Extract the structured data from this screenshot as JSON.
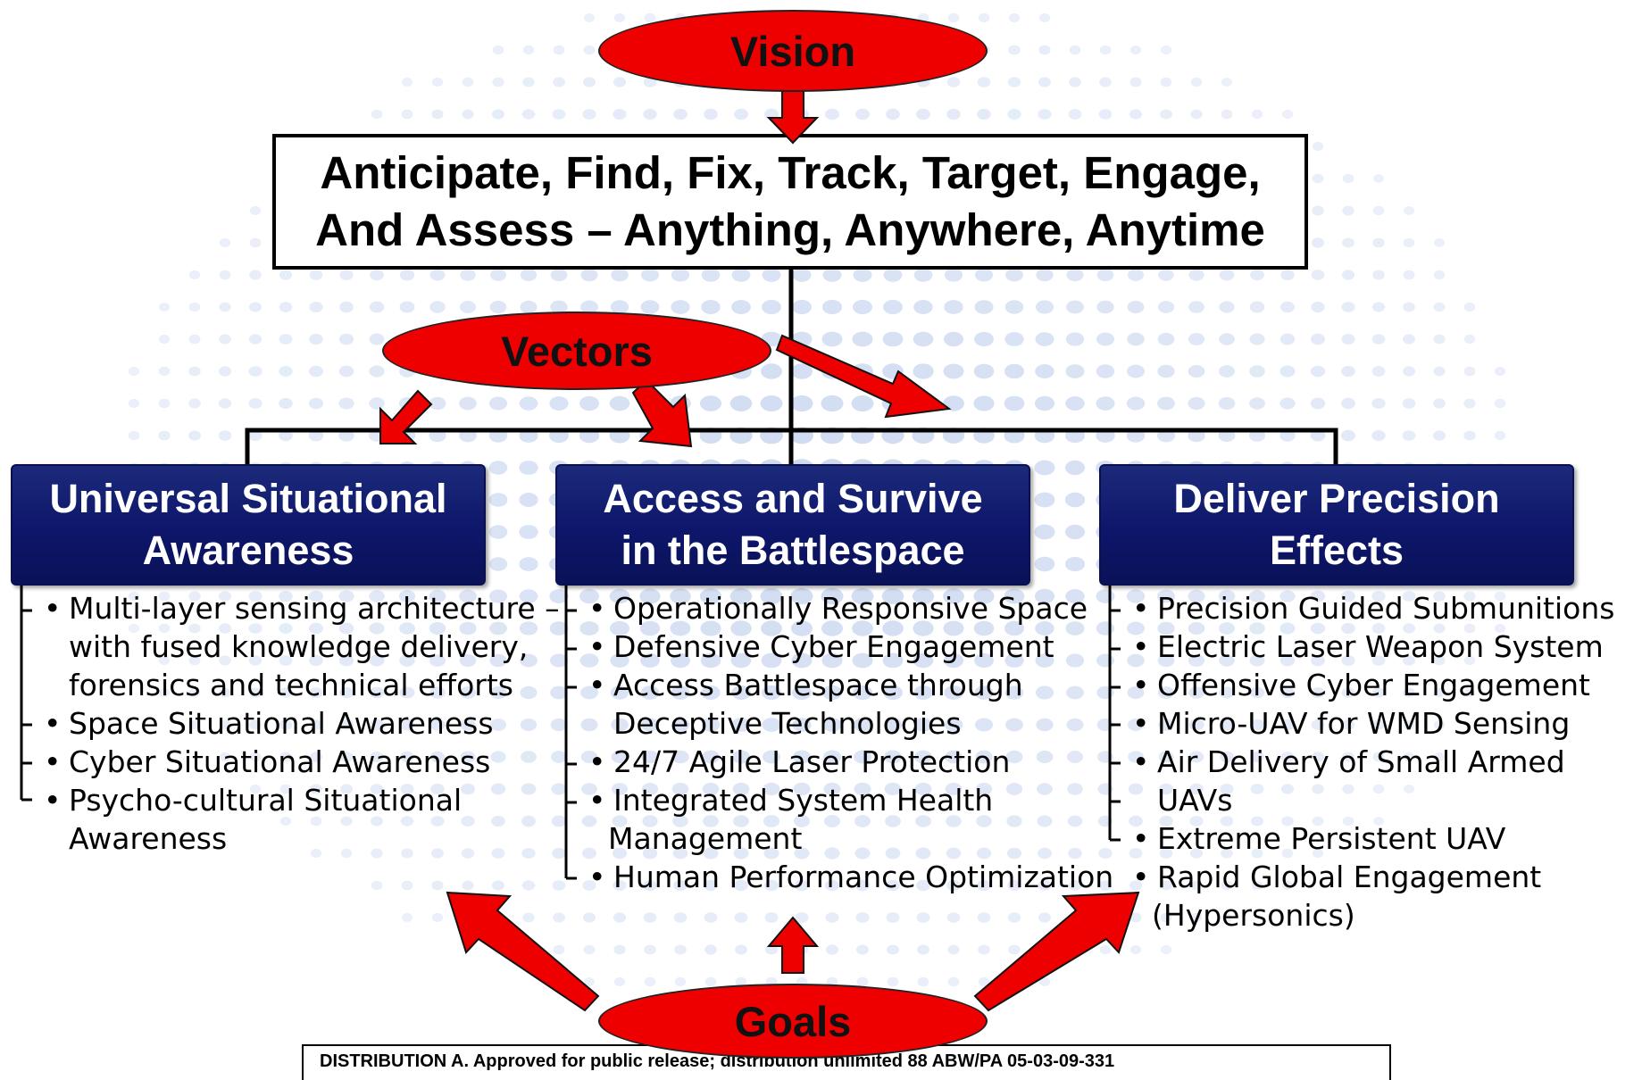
{
  "labels": {
    "vision": "Vision",
    "vectors": "Vectors",
    "goals": "Goals"
  },
  "vision_statement": {
    "line1": "Anticipate, Find, Fix, Track, Target, Engage,",
    "line2": "And Assess – Anything, Anywhere, Anytime"
  },
  "vectors": [
    {
      "title_line1": "Universal Situational",
      "title_line2": "Awareness",
      "items": [
        [
          "Multi-layer sensing architecture –",
          "with fused knowledge delivery,",
          "forensics and technical efforts"
        ],
        [
          "Space Situational Awareness"
        ],
        [
          "Cyber Situational Awareness"
        ],
        [
          "Psycho-cultural Situational",
          "Awareness"
        ]
      ]
    },
    {
      "title_line1": "Access and Survive",
      "title_line2": "in the Battlespace",
      "items": [
        [
          "Operationally Responsive Space"
        ],
        [
          "Defensive Cyber Engagement"
        ],
        [
          "Access Battlespace through",
          "Deceptive Technologies"
        ],
        [
          "24/7 Agile Laser Protection"
        ],
        [
          "Integrated System Health",
          "Management"
        ],
        [
          "Human Performance Optimization"
        ]
      ]
    },
    {
      "title_line1": "Deliver Precision",
      "title_line2": "Effects",
      "items": [
        [
          "Precision Guided Submunitions"
        ],
        [
          "Electric Laser Weapon System"
        ],
        [
          "Offensive Cyber Engagement"
        ],
        [
          "Micro-UAV for WMD Sensing"
        ],
        [
          "Air Delivery of Small Armed UAVs"
        ],
        [
          "Extreme Persistent UAV"
        ],
        [
          "Rapid Global Engagement",
          "(Hypersonics)"
        ]
      ]
    }
  ],
  "distribution_text": "DISTRIBUTION A. Approved for public release; distribution unlimited 88 ABW/PA 05-03-09-331",
  "colors": {
    "ellipse_fill": "#ee0000",
    "arrow_fill": "#ee0000",
    "title_fill": "#0d166a",
    "title_text": "#ffffff",
    "dots": "#c5d3ee"
  },
  "icons": {
    "bullet": "•"
  }
}
